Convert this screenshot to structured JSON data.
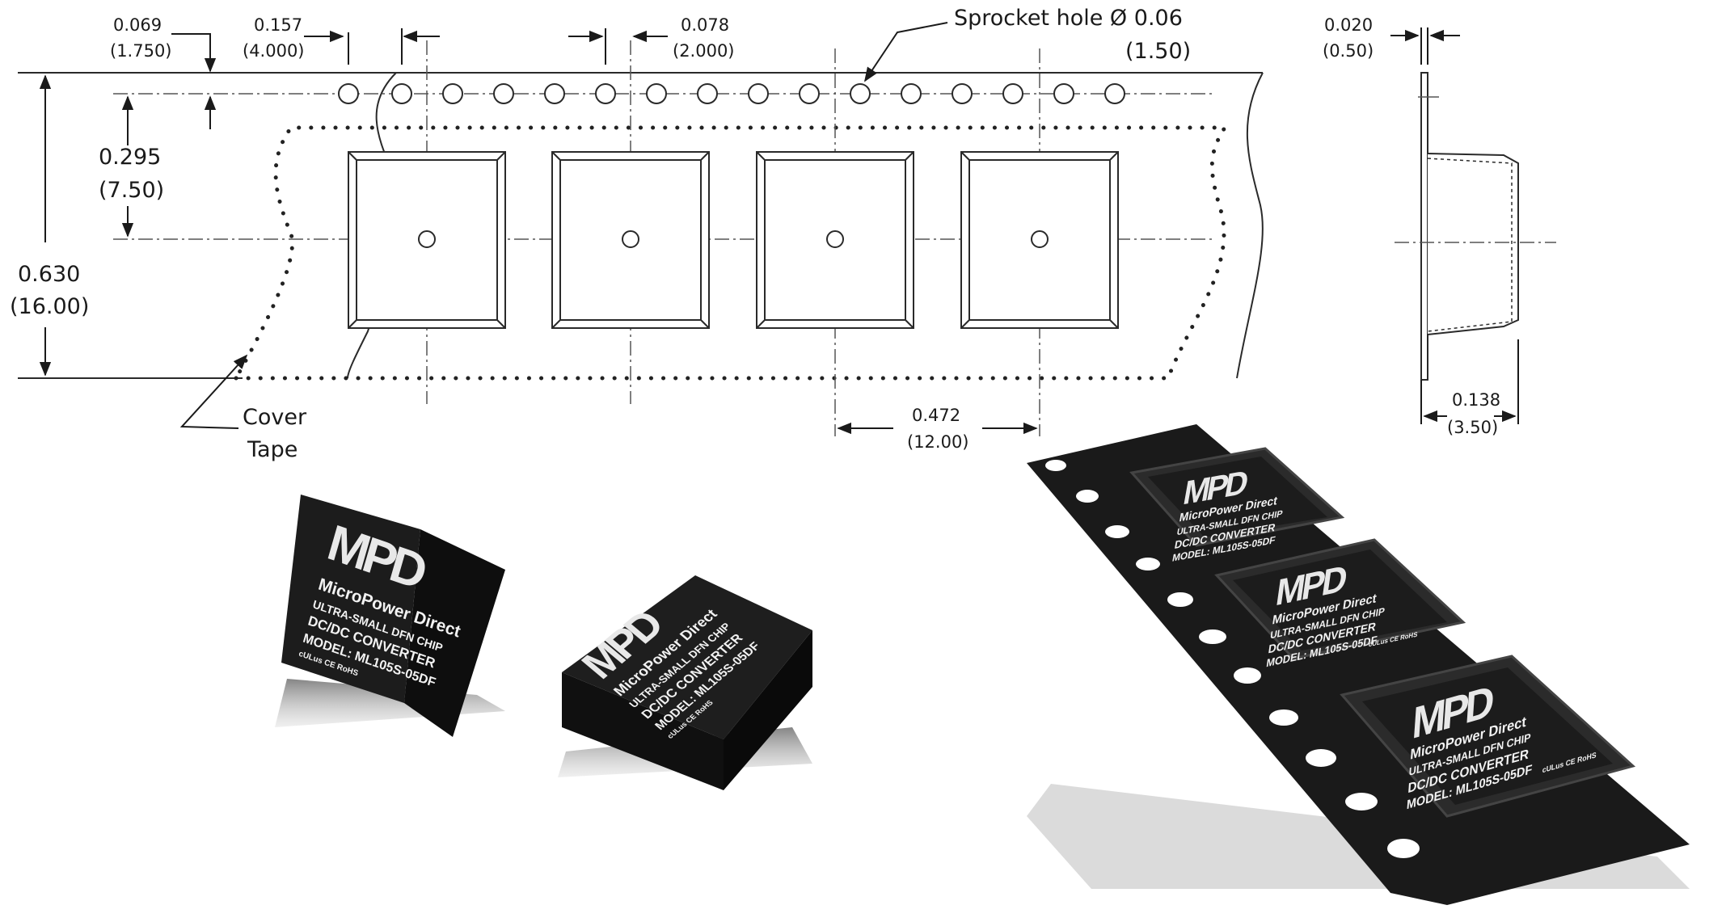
{
  "dims": {
    "a_in": "0.069",
    "a_mm": "(1.750)",
    "b_in": "0.157",
    "b_mm": "(4.000)",
    "c_in": "0.078",
    "c_mm": "(2.000)",
    "sprocket_label": "Sprocket hole Ø 0.06",
    "sprocket_mm": "(1.50)",
    "d_in": "0.020",
    "d_mm": "(0.50)",
    "e_in": "0.295",
    "e_mm": "(7.50)",
    "f_in": "0.630",
    "f_mm": "(16.00)",
    "g_in": "0.472",
    "g_mm": "(12.00)",
    "h_in": "0.138",
    "h_mm": "(3.50)",
    "cover_line1": "Cover",
    "cover_line2": "Tape"
  },
  "chip": {
    "logo": "MPD",
    "brand": "MicroPower Direct",
    "line1": "ULTRA-SMALL DFN CHIP",
    "line2": "DC/DC CONVERTER",
    "line3": "MODEL: ML105S-05DF",
    "marks": "cULus CE RoHS"
  },
  "colors": {
    "line": "#2a2a2a",
    "chip_body": "#1c1c1c",
    "chip_side": "#0f0f0f",
    "tape": "#1a1a1a"
  }
}
